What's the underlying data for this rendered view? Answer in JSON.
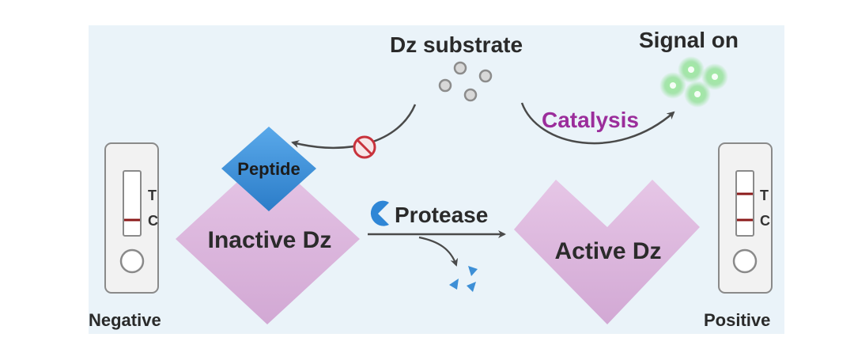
{
  "labels": {
    "dz_substrate": "Dz substrate",
    "signal_on": "Signal on",
    "catalysis": "Catalysis",
    "peptide": "Peptide",
    "inactive_dz": "Inactive Dz",
    "protease": "Protease",
    "active_dz": "Active Dz",
    "negative": "Negative",
    "positive": "Positive"
  },
  "test_strips": {
    "negative": {
      "t_label": "T",
      "c_label": "C",
      "t_line_visible": false,
      "c_line_visible": true
    },
    "positive": {
      "t_label": "T",
      "c_label": "C",
      "t_line_visible": true,
      "c_line_visible": true
    }
  },
  "colors": {
    "panel_background": "#eaf3f9",
    "dz_pink": "#d9b3d9",
    "peptide_blue": "#3d8fd6",
    "protease_blue": "#2f86d6",
    "signal_green": "#6fd86f",
    "catalysis_purple": "#9b2d9b",
    "inhibit_red": "#c8323c",
    "strip_line_red": "#8b1a1a",
    "substrate_gray": "#a9a9a9"
  }
}
